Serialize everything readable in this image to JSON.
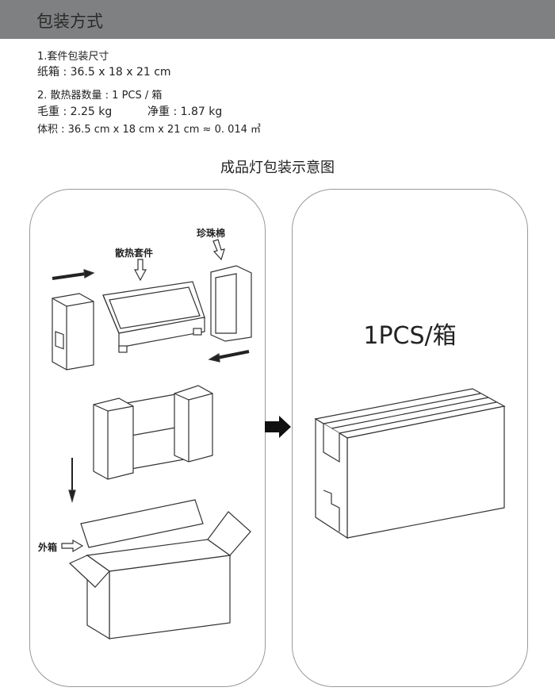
{
  "header": {
    "title": "包装方式"
  },
  "specs": {
    "kit_heading": "1.套件包装尺寸",
    "carton": "纸箱 : 36.5 x 18 x 21 cm",
    "quantity": "2. 散热器数量 : 1 PCS / 箱",
    "gross_weight": "毛重 : 2.25 kg",
    "net_weight": "净重 : 1.87 kg",
    "volume": "体积 : 36.5 cm x 18 cm x 21 cm ≈ 0. 014 ㎥"
  },
  "diagram": {
    "caption": "成品灯包装示意图",
    "label_heatsink": "散热套件",
    "label_foam": "珍珠棉",
    "label_outer_box": "外箱",
    "right_label": "1PCS/箱"
  }
}
